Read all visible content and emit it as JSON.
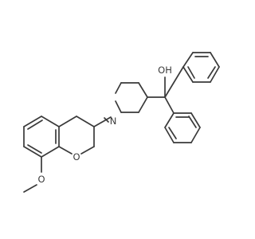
{
  "molecule": {
    "atom_labels": {
      "hydroxyl": "OH",
      "piperidine_nitrogen": "N",
      "ring_oxygen": "O",
      "methoxy_oxygen": "O"
    }
  },
  "colors": {
    "bond": "#3a3a3a",
    "label": "#3a3a3a",
    "background": "#ffffff"
  }
}
